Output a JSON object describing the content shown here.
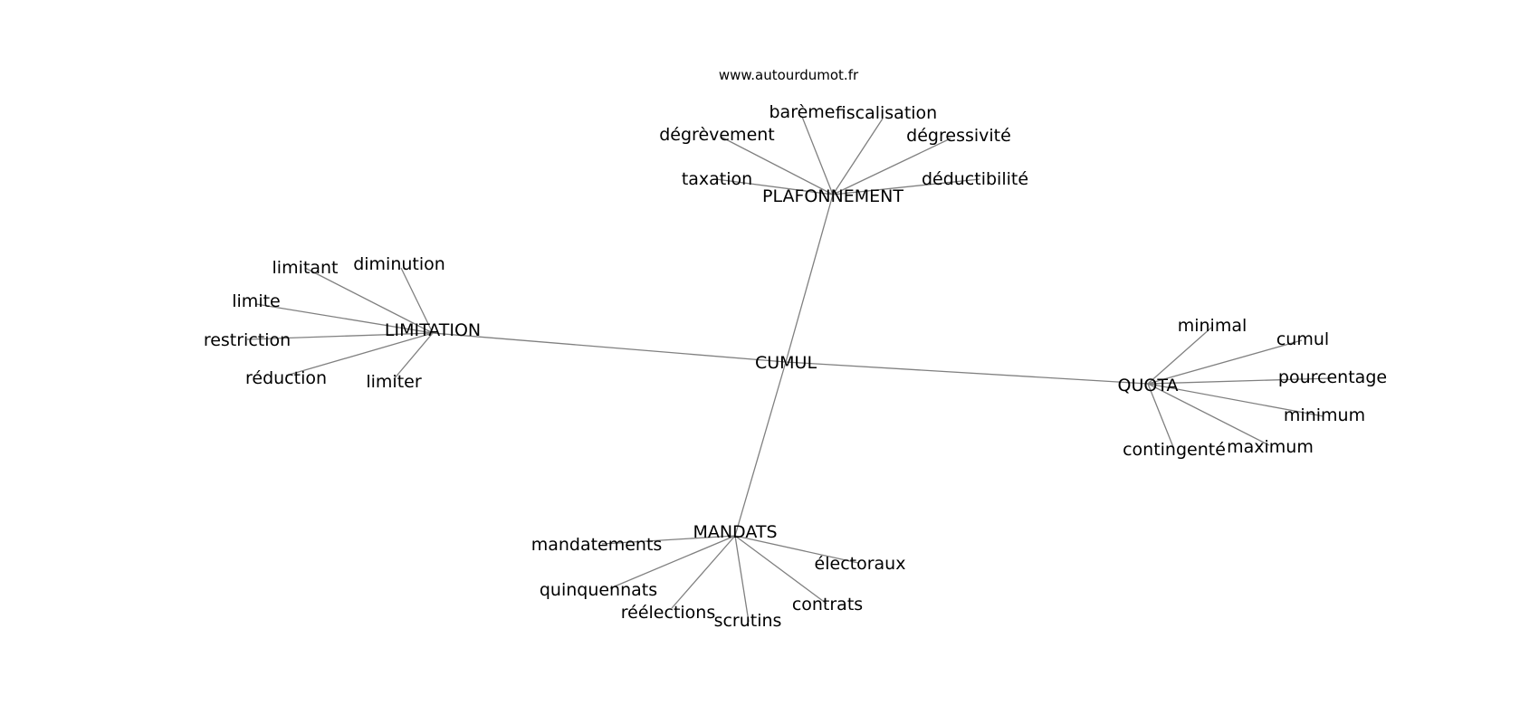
{
  "source": "www.autourdumot.fr",
  "center": "CUMUL",
  "hubs": [
    {
      "key": "plafonnement",
      "label": "PLAFONNEMENT",
      "words": [
        "barème",
        "fiscalisation",
        "dégrèvement",
        "dégressivité",
        "taxation",
        "déductibilité"
      ]
    },
    {
      "key": "limitation",
      "label": "LIMITATION",
      "words": [
        "limitant",
        "diminution",
        "limite",
        "restriction",
        "réduction",
        "limiter"
      ]
    },
    {
      "key": "quota",
      "label": "QUOTA",
      "words": [
        "minimal",
        "cumul",
        "pourcentage",
        "minimum",
        "contingenté",
        "maximum"
      ]
    },
    {
      "key": "mandats",
      "label": "MANDATS",
      "words": [
        "mandatements",
        "électoraux",
        "quinquennats",
        "contrats",
        "réélections",
        "scrutins"
      ]
    }
  ],
  "colors": {
    "edge": "#808080",
    "text": "#000000",
    "background": "#ffffff"
  }
}
